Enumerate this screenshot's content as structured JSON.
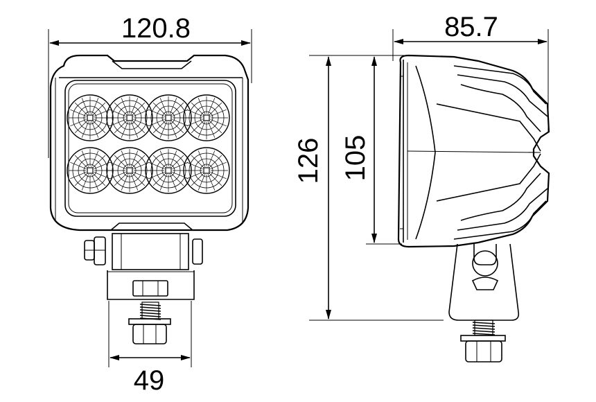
{
  "drawing": {
    "front_view": {
      "width_label": "120.8",
      "bracket_width_label": "49"
    },
    "side_view": {
      "depth_label": "85.7",
      "total_height_label": "126",
      "housing_height_label": "105"
    },
    "colors": {
      "line": "#000000",
      "background": "#ffffff"
    }
  }
}
